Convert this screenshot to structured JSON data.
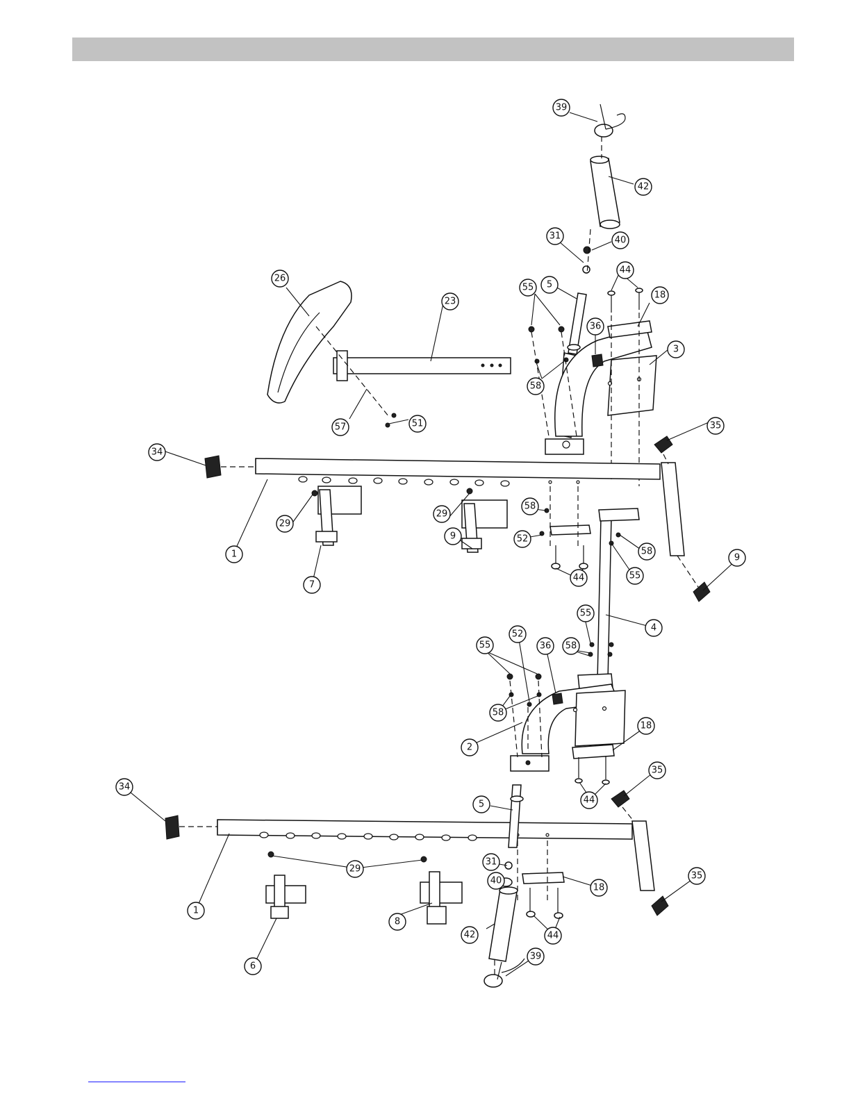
{
  "diagram": {
    "callouts": [
      {
        "id": "c-39-top",
        "text": "39"
      },
      {
        "id": "c-42-top",
        "text": "42"
      },
      {
        "id": "c-31-top",
        "text": "31"
      },
      {
        "id": "c-40-top",
        "text": "40"
      },
      {
        "id": "c-44-top",
        "text": "44"
      },
      {
        "id": "c-55-top",
        "text": "55"
      },
      {
        "id": "c-5-top",
        "text": "5"
      },
      {
        "id": "c-26",
        "text": "26"
      },
      {
        "id": "c-23",
        "text": "23"
      },
      {
        "id": "c-18-top",
        "text": "18"
      },
      {
        "id": "c-36-top",
        "text": "36"
      },
      {
        "id": "c-58-top",
        "text": "58"
      },
      {
        "id": "c-3",
        "text": "3"
      },
      {
        "id": "c-57",
        "text": "57"
      },
      {
        "id": "c-51",
        "text": "51"
      },
      {
        "id": "c-34-top",
        "text": "34"
      },
      {
        "id": "c-35-top",
        "text": "35"
      },
      {
        "id": "c-29-a",
        "text": "29"
      },
      {
        "id": "c-29-b",
        "text": "29"
      },
      {
        "id": "c-58-mid",
        "text": "58"
      },
      {
        "id": "c-1-top",
        "text": "1"
      },
      {
        "id": "c-52-mid",
        "text": "52"
      },
      {
        "id": "c-9-handle",
        "text": "9"
      },
      {
        "id": "c-58-right",
        "text": "58"
      },
      {
        "id": "c-55-right",
        "text": "55"
      },
      {
        "id": "c-7",
        "text": "7"
      },
      {
        "id": "c-44-mid",
        "text": "44"
      },
      {
        "id": "c-9-foot",
        "text": "9"
      },
      {
        "id": "c-55-low",
        "text": "55"
      },
      {
        "id": "c-4",
        "text": "4"
      },
      {
        "id": "c-55-left",
        "text": "55"
      },
      {
        "id": "c-52-low",
        "text": "52"
      },
      {
        "id": "c-36-low",
        "text": "36"
      },
      {
        "id": "c-58-low",
        "text": "58"
      },
      {
        "id": "c-58-left",
        "text": "58"
      },
      {
        "id": "c-2",
        "text": "2"
      },
      {
        "id": "c-18-mid",
        "text": "18"
      },
      {
        "id": "c-34-bottom",
        "text": "34"
      },
      {
        "id": "c-35-mid",
        "text": "35"
      },
      {
        "id": "c-44-low",
        "text": "44"
      },
      {
        "id": "c-5-low",
        "text": "5"
      },
      {
        "id": "c-31-low",
        "text": "31"
      },
      {
        "id": "c-35-bottom",
        "text": "35"
      },
      {
        "id": "c-1-bottom",
        "text": "1"
      },
      {
        "id": "c-29-c",
        "text": "29"
      },
      {
        "id": "c-40-low",
        "text": "40"
      },
      {
        "id": "c-18-low",
        "text": "18"
      },
      {
        "id": "c-8",
        "text": "8"
      },
      {
        "id": "c-42-low",
        "text": "42"
      },
      {
        "id": "c-44-bottom",
        "text": "44"
      },
      {
        "id": "c-6",
        "text": "6"
      },
      {
        "id": "c-39-bottom",
        "text": "39"
      }
    ]
  }
}
